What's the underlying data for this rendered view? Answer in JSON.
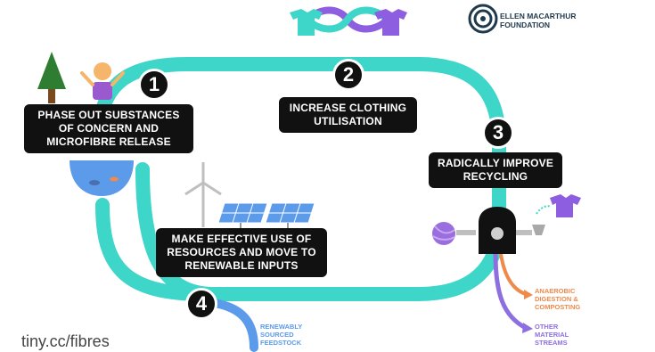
{
  "logo": {
    "line1": "ELLEN MACARTHUR",
    "line2": "FOUNDATION"
  },
  "steps": [
    {
      "number": "1",
      "label": "PHASE OUT SUBSTANCES OF CONCERN AND MICROFIBRE RELEASE"
    },
    {
      "number": "2",
      "label": "INCREASE CLOTHING UTILISATION"
    },
    {
      "number": "3",
      "label": "RADICALLY IMPROVE RECYCLING"
    },
    {
      "number": "4",
      "label": "MAKE EFFECTIVE USE OF RESOURCES AND MOVE TO RENEWABLE INPUTS"
    }
  ],
  "outputs": {
    "renewable": "RENEWABLY SOURCED FEEDSTOCK",
    "anaerobic": "ANAEROBIC DIGESTION & COMPOSTING",
    "other": "OTHER MATERIAL STREAMS"
  },
  "link": "tiny.cc/fibres",
  "colors": {
    "loop": "#3dd6c8",
    "purple": "#8e5ee0",
    "blue": "#5b9bea",
    "orange": "#f08a4b",
    "violet": "#8e6fe0"
  },
  "icons": [
    "tree-icon",
    "person-icon",
    "fish-icon",
    "wind-turbine-icon",
    "solar-panel-icon",
    "yarn-icon",
    "recycling-machine-icon",
    "tshirt-icon",
    "infinity-tshirt-icon",
    "logo-icon"
  ]
}
